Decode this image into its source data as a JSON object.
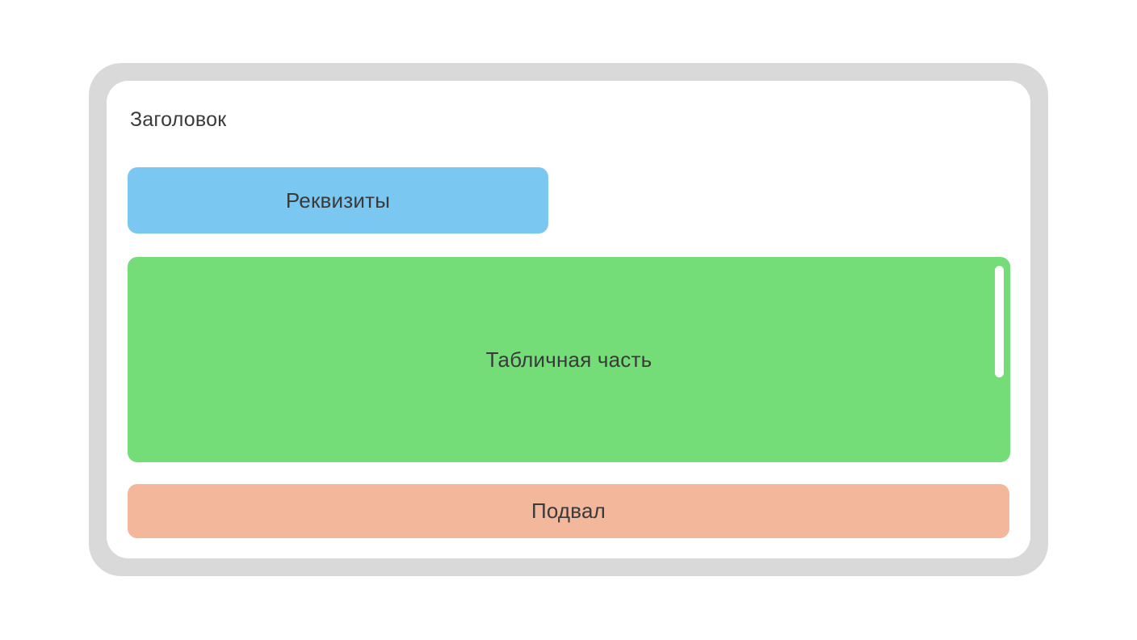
{
  "page": {
    "background": "#FFFFFF"
  },
  "form_diagram": {
    "title": "Заголовок",
    "colors": {
      "frame": "#D9D9D9",
      "window": "#FFFFFF",
      "text": "#3A3A3A",
      "attributes_block": "#7AC8F2",
      "tabular_block": "#74DD78",
      "footer_block": "#F3B79B",
      "scrollbar_thumb": "#FFFFFF"
    },
    "blocks": {
      "attributes": {
        "label": "Реквизиты"
      },
      "tabular": {
        "label": "Табличная часть",
        "has_scrollbar": true
      },
      "footer": {
        "label": "Подвал"
      }
    }
  }
}
